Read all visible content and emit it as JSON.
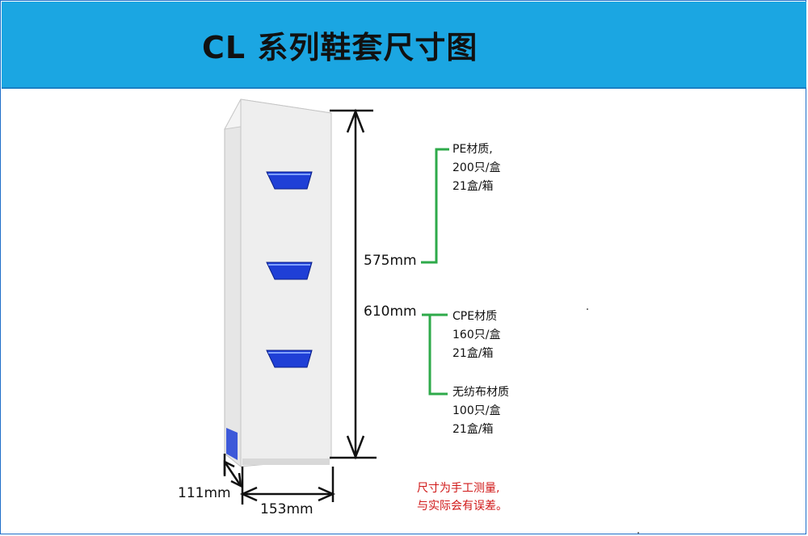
{
  "title": "CL 系列鞋套尺寸图",
  "dimensions": {
    "height_a": "575mm",
    "height_b": "610mm",
    "depth": "111mm",
    "width": "153mm"
  },
  "materials": [
    {
      "line1": "PE材质,",
      "line2": "200只/盒",
      "line3": "21盒/箱"
    },
    {
      "line1": "CPE材质",
      "line2": "160只/盒",
      "line3": "21盒/箱"
    },
    {
      "line1": "无纺布材质",
      "line2": "100只/盒",
      "line3": "21盒/箱"
    }
  ],
  "note": {
    "line1": "尺寸为手工测量,",
    "line2": "与实际会有误差。"
  },
  "colors": {
    "banner": "#1ba6e2",
    "bracket": "#2eaa4a",
    "note": "#d01818",
    "slot": "#1f3fd6"
  }
}
